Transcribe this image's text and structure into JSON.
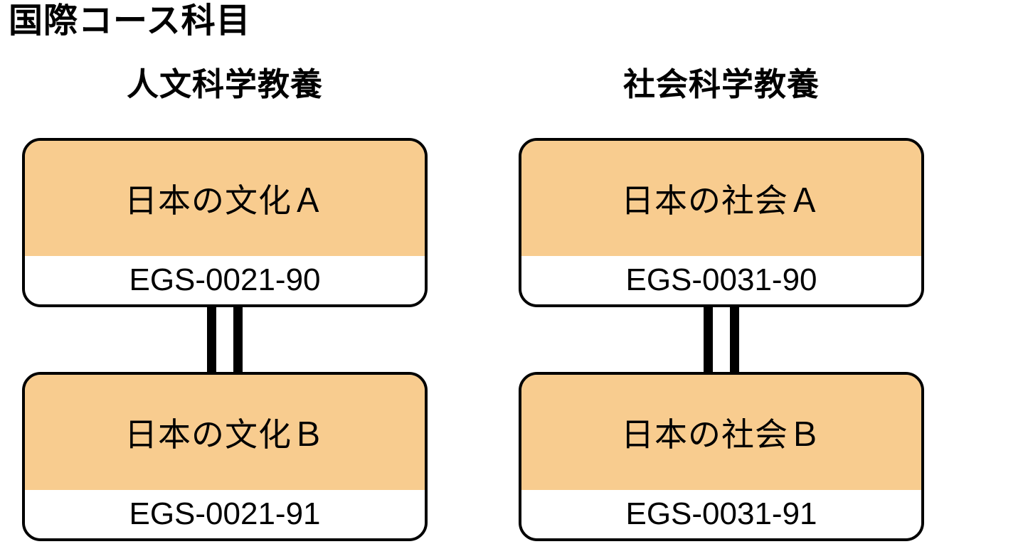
{
  "page": {
    "title": "国際コース科目"
  },
  "columns": [
    {
      "header": "人文科学教養",
      "courses": [
        {
          "name": "日本の文化Ａ",
          "code": "EGS-0021-90"
        },
        {
          "name": "日本の文化Ｂ",
          "code": "EGS-0021-91"
        }
      ]
    },
    {
      "header": "社会科学教養",
      "courses": [
        {
          "name": "日本の社会Ａ",
          "code": "EGS-0031-90"
        },
        {
          "name": "日本の社会Ｂ",
          "code": "EGS-0031-91"
        }
      ]
    }
  ],
  "connectors": [
    {
      "type": "double-line",
      "from": "EGS-0021-90",
      "to": "EGS-0021-91"
    },
    {
      "type": "double-line",
      "from": "EGS-0031-90",
      "to": "EGS-0031-91"
    }
  ],
  "colors": {
    "course_fill": "#F8CC8F",
    "border": "#000000",
    "background": "#FFFFFF",
    "text": "#000000"
  }
}
